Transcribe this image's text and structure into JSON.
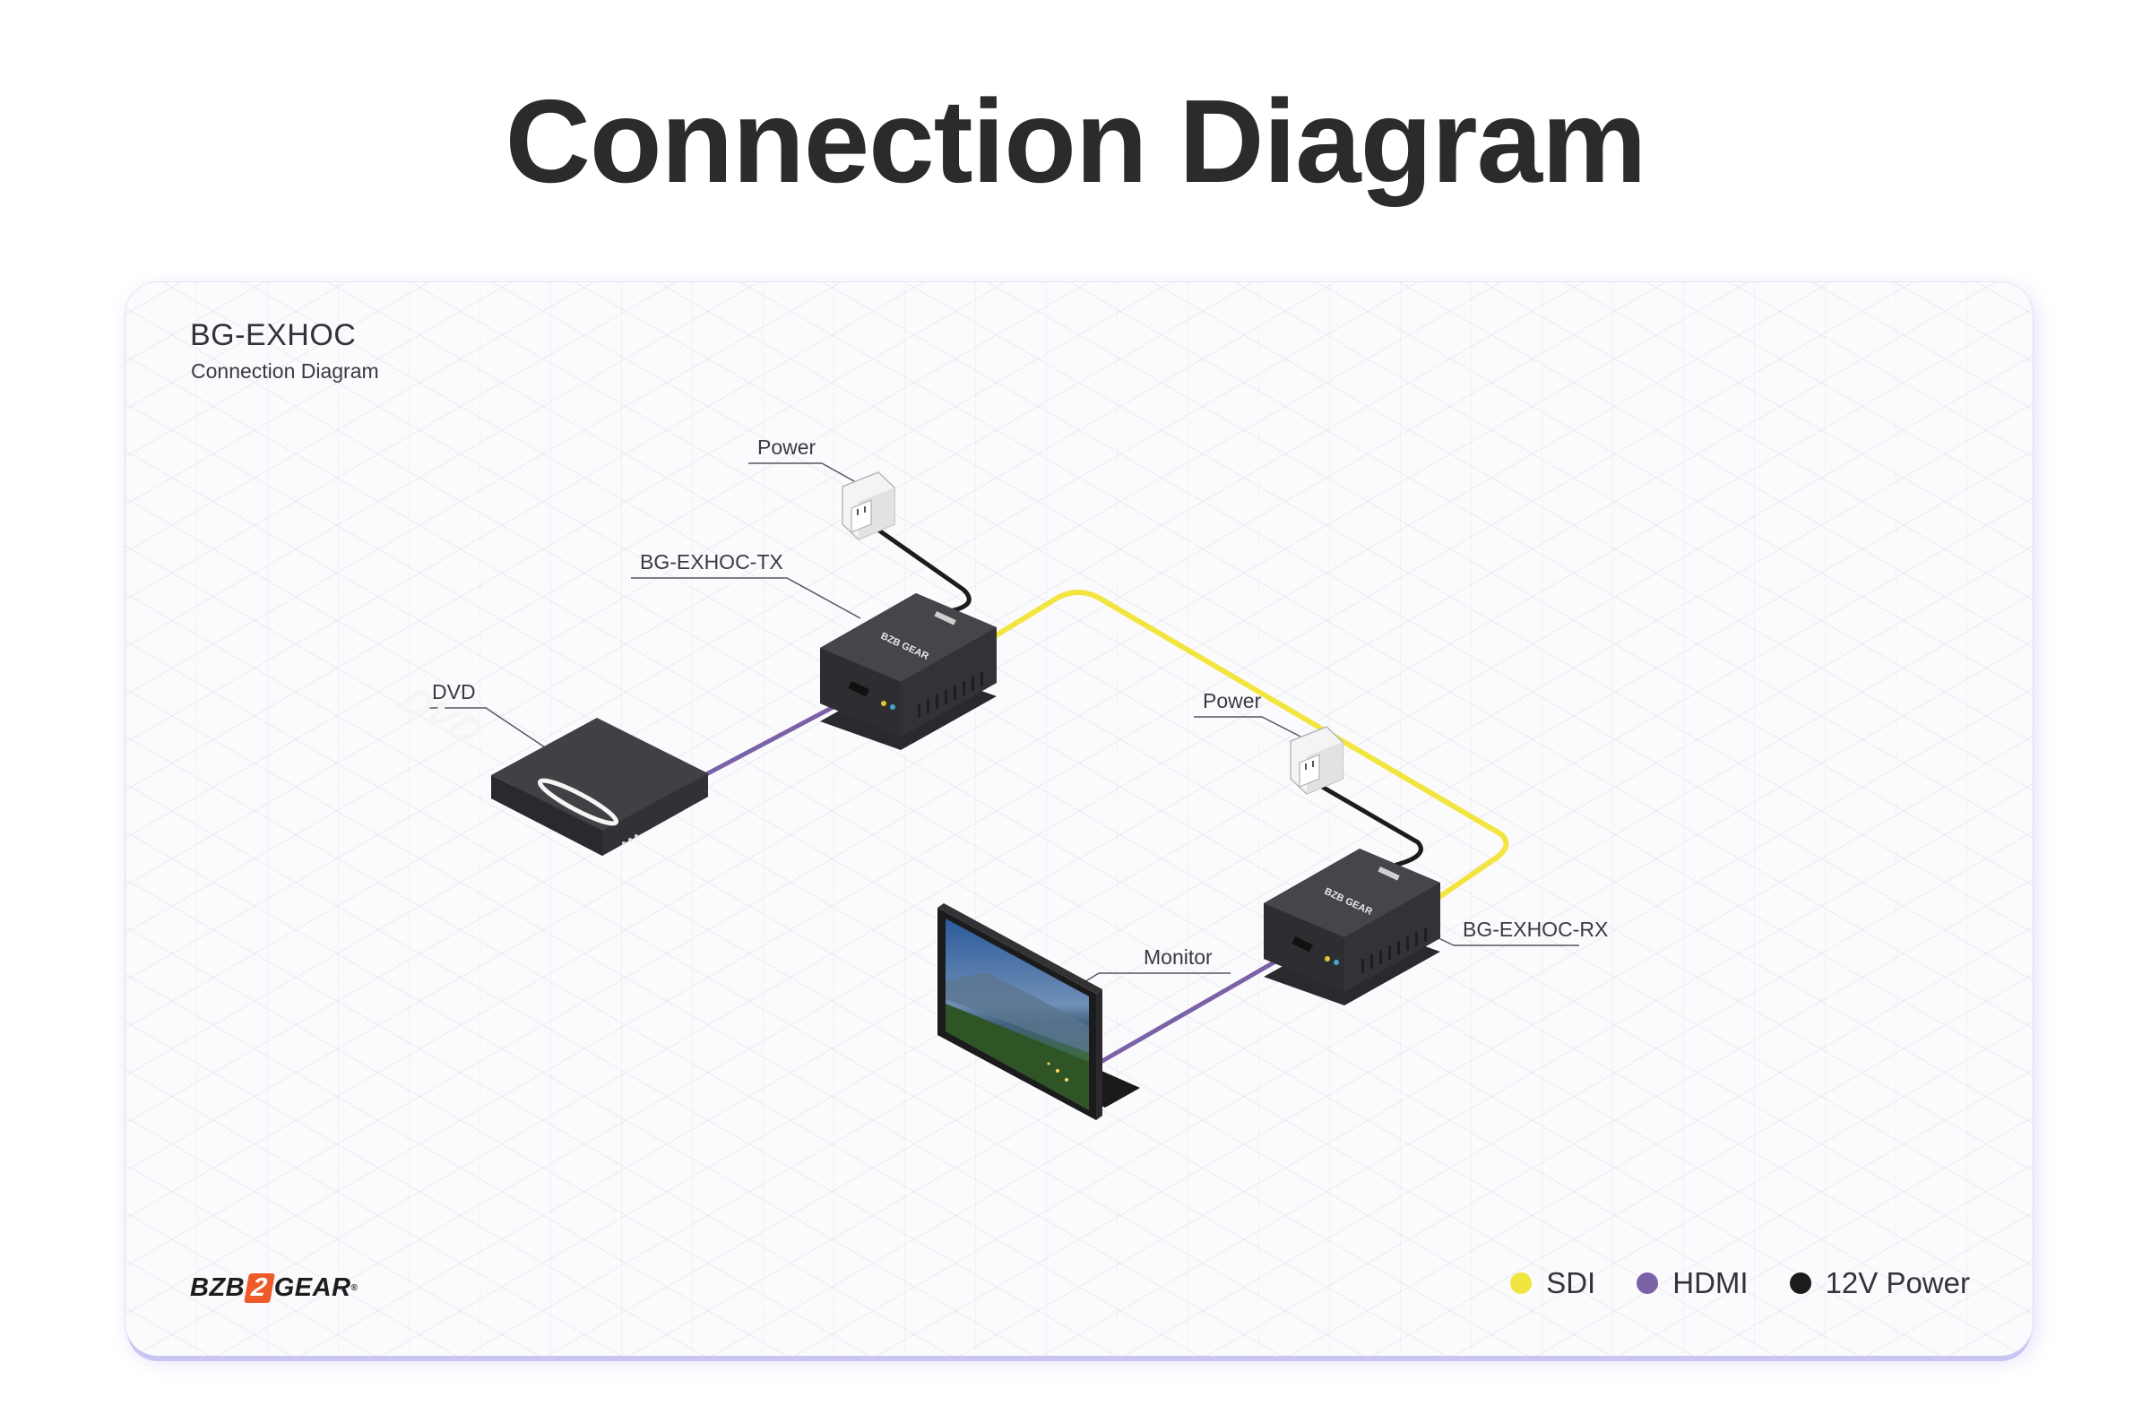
{
  "page": {
    "title": "Connection Diagram"
  },
  "diagram": {
    "title": "BG-EXHOC",
    "subtitle": "Connection Diagram",
    "labels": {
      "power_tx": "Power",
      "transmitter": "BG-EXHOC-TX",
      "dvd": "DVD",
      "power_rx": "Power",
      "receiver": "BG-EXHOC-RX",
      "monitor": "Monitor"
    },
    "device_text": {
      "dvd_logo": "DVD",
      "brand_on_box": "BZB GEAR"
    }
  },
  "brand": {
    "prefix": "BZB",
    "number": "2",
    "suffix": "GEAR",
    "tm": "®"
  },
  "legend": {
    "items": [
      {
        "label": "SDI",
        "color": "#f3e53f"
      },
      {
        "label": "HDMI",
        "color": "#7b62a6"
      },
      {
        "label": "12V Power",
        "color": "#1c1c1f"
      }
    ]
  },
  "colors": {
    "sdi": "#f3e53f",
    "hdmi": "#7b62a6",
    "power": "#1c1c1f",
    "device": "#38383c"
  }
}
